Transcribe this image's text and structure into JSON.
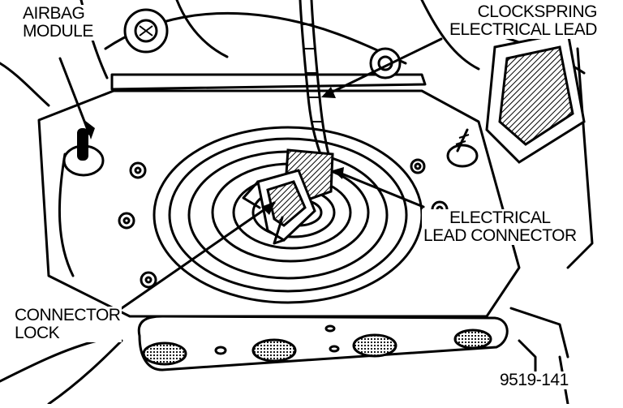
{
  "labels": {
    "airbag_module": [
      "AIRBAG",
      "MODULE"
    ],
    "clockspring_lead": [
      "CLOCKSPRING",
      "ELECTRICAL LEAD"
    ],
    "electrical_lead_connector": [
      "ELECTRICAL",
      "LEAD CONNECTOR"
    ],
    "connector_lock": [
      "CONNECTOR",
      "LOCK"
    ],
    "figure_number": "9519-141"
  }
}
